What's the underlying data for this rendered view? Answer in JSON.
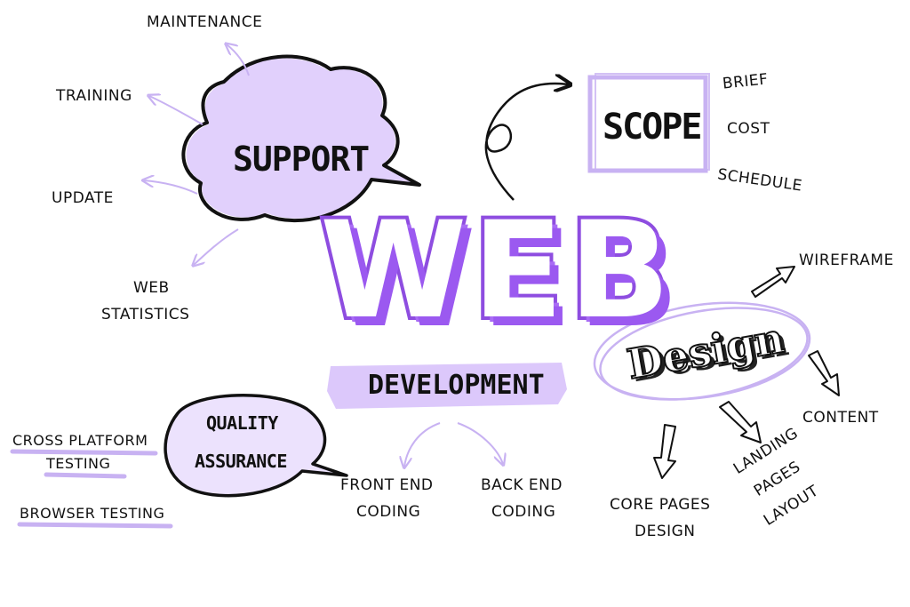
{
  "title": "WEB",
  "subtitle": "DEVELOPMENT",
  "colors": {
    "accent": "#9b59f0",
    "tint": "#dcc8fb",
    "ink": "#111111"
  },
  "support": {
    "label": "SUPPORT",
    "items": [
      "MAINTENANCE",
      "TRAINING",
      "UPDATE",
      "WEB",
      "STATISTICS"
    ]
  },
  "scope": {
    "label": "SCOPE",
    "items": [
      "BRIEF",
      "COST",
      "SCHEDULE"
    ]
  },
  "design": {
    "label": "Design",
    "wireframe": "WIREFRAME",
    "content": "CONTENT",
    "landing": [
      "LANDING",
      "PAGES",
      "LAYOUT"
    ],
    "core": [
      "CORE PAGES",
      "DESIGN"
    ]
  },
  "qa": {
    "label": [
      "QUALITY",
      "ASSURANCE"
    ],
    "cross": [
      "CROSS PLATFORM",
      "TESTING"
    ],
    "browser": "BROWSER TESTING"
  },
  "coding": {
    "front": [
      "FRONT END",
      "CODING"
    ],
    "back": [
      "BACK END",
      "CODING"
    ]
  }
}
